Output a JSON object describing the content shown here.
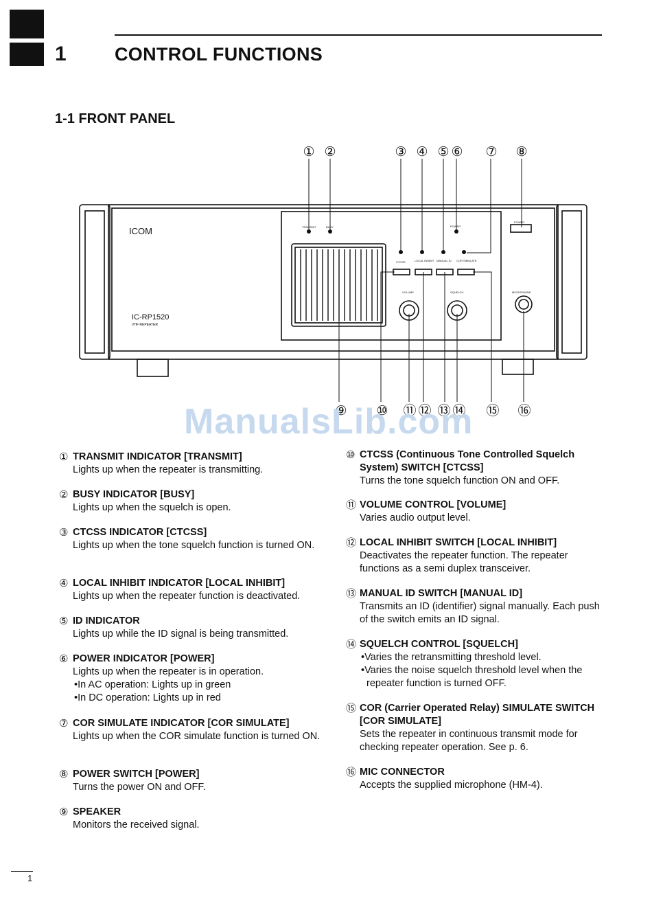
{
  "chapter": {
    "number": "1",
    "title": "CONTROL FUNCTIONS"
  },
  "section": {
    "title": "1-1 FRONT PANEL"
  },
  "watermark": "ManualsLib.com",
  "figure": {
    "brand": "ICOM",
    "model": "IC-RP1520",
    "model_sub": "VHF REPEATER",
    "labels": {
      "transmit": "TRANSMIT",
      "busy": "BUSY",
      "power_ind": "POWER",
      "power_sw": "POWER",
      "ctcss": "CTCSS",
      "local_inhibit": "LOCAL INHIBIT",
      "manual_id": "MANUAL ID",
      "cor_simulate": "COR SIMULATE",
      "volume": "VOLUME",
      "squelch": "SQUELCH",
      "microphone": "MICROPHONE"
    },
    "callouts_top": [
      "①",
      "②",
      "③",
      "④",
      "⑤",
      "⑥",
      "⑦",
      "⑧"
    ],
    "callouts_bottom": [
      "⑨",
      "⑩",
      "⑪",
      "⑫",
      "⑬",
      "⑭",
      "⑮",
      "⑯"
    ]
  },
  "items_left": [
    {
      "num": "①",
      "title": "TRANSMIT INDICATOR [TRANSMIT]",
      "desc": [
        "Lights up when the repeater is transmitting."
      ],
      "bullets": []
    },
    {
      "num": "②",
      "title": "BUSY INDICATOR [BUSY]",
      "desc": [
        "Lights up when the squelch is open."
      ],
      "bullets": []
    },
    {
      "num": "③",
      "title": "CTCSS INDICATOR [CTCSS]",
      "desc": [
        "Lights up when the tone squelch function is turned ON."
      ],
      "bullets": []
    },
    {
      "num": "④",
      "title": "LOCAL INHIBIT INDICATOR [LOCAL INHIBIT]",
      "desc": [
        "Lights up when the repeater function is deactivated."
      ],
      "bullets": []
    },
    {
      "num": "⑤",
      "title": "ID INDICATOR",
      "desc": [
        "Lights up while the ID signal is being transmitted."
      ],
      "bullets": []
    },
    {
      "num": "⑥",
      "title": "POWER INDICATOR [POWER]",
      "desc": [
        "Lights up when the repeater is in operation."
      ],
      "bullets": [
        "•In AC operation: Lights up in green",
        "•In DC operation: Lights up in red"
      ]
    },
    {
      "num": "⑦",
      "title": "COR SIMULATE INDICATOR [COR SIMULATE]",
      "desc": [
        "Lights up when the COR simulate function is turned ON."
      ],
      "bullets": []
    },
    {
      "num": "⑧",
      "title": "POWER SWITCH [POWER]",
      "desc": [
        "Turns the power ON and OFF."
      ],
      "bullets": []
    },
    {
      "num": "⑨",
      "title": "SPEAKER",
      "desc": [
        "Monitors the received signal."
      ],
      "bullets": []
    }
  ],
  "items_right": [
    {
      "num": "⑩",
      "title": "CTCSS (Continuous Tone Controlled Squelch System) SWITCH [CTCSS]",
      "desc": [
        "Turns the tone squelch function ON and OFF."
      ],
      "bullets": []
    },
    {
      "num": "⑪",
      "title": "VOLUME CONTROL [VOLUME]",
      "desc": [
        "Varies audio output level."
      ],
      "bullets": []
    },
    {
      "num": "⑫",
      "title": "LOCAL INHIBIT SWITCH [LOCAL INHIBIT]",
      "desc": [
        "Deactivates the repeater function. The repeater functions as a semi duplex transceiver."
      ],
      "bullets": []
    },
    {
      "num": "⑬",
      "title": "MANUAL ID SWITCH [MANUAL ID]",
      "desc": [
        "Transmits an ID (identifier) signal manually. Each push of the switch emits an ID signal."
      ],
      "bullets": []
    },
    {
      "num": "⑭",
      "title": "SQUELCH CONTROL [SQUELCH]",
      "desc": [],
      "bullets": [
        "•Varies the retransmitting threshold level.",
        "•Varies the noise squelch threshold level when the repeater function is turned OFF."
      ]
    },
    {
      "num": "⑮",
      "title": "COR (Carrier Operated Relay) SIMULATE SWITCH [COR SIMULATE]",
      "desc": [
        "Sets the repeater in continuous transmit mode for checking repeater operation. See p. 6."
      ],
      "bullets": []
    },
    {
      "num": "⑯",
      "title": "MIC CONNECTOR",
      "desc": [
        "Accepts the supplied microphone (HM-4)."
      ],
      "bullets": []
    }
  ],
  "footer": {
    "page_number": "1"
  }
}
